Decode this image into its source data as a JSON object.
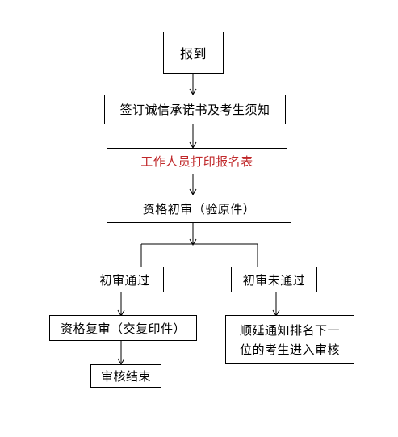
{
  "flowchart": {
    "steps": {
      "report": "报到",
      "sign": "签订诚信承诺书及考生须知",
      "print": "工作人员打印报名表",
      "initial_review": "资格初审（验原件）",
      "pass": "初审通过",
      "fail": "初审未通过",
      "re_review": "资格复审（交复印件）",
      "end": "审核结束",
      "defer_line1": "顺延通知排名下一",
      "defer_line2": "位的考生进入审核"
    },
    "colors": {
      "line": "#000000",
      "text": "#000000",
      "highlight_text": "#c0282a",
      "border": "#000000"
    }
  }
}
